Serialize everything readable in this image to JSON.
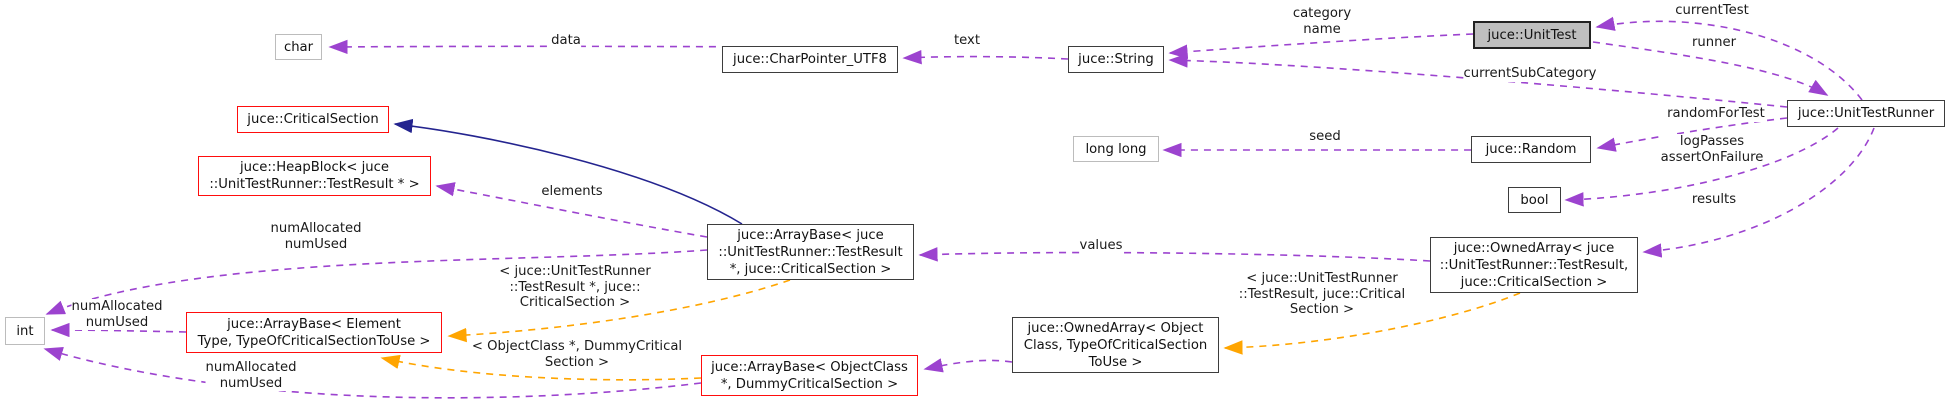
{
  "diagram_type": "doxygen-collaboration-graph",
  "colors": {
    "member_edge": "#9C43CF",
    "template_edge": "#FFA500",
    "inheritance_edge": "#24248F",
    "truncated_border": "#FF0D0D",
    "plain_border": "#BCBCBC",
    "current_node_fill": "#BFBFBF"
  },
  "nodes": {
    "char": {
      "label": "char"
    },
    "charPointerUtf8": {
      "label": "juce::CharPointer_UTF8"
    },
    "string": {
      "label": "juce::String"
    },
    "unitTest": {
      "label": "juce::UnitTest"
    },
    "unitTestRunner": {
      "label": "juce::UnitTestRunner"
    },
    "criticalSection": {
      "label": "juce::CriticalSection"
    },
    "heapBlock": {
      "label": "juce::HeapBlock< juce\n::UnitTestRunner::TestResult * >"
    },
    "longLong": {
      "label": "long long"
    },
    "random": {
      "label": "juce::Random"
    },
    "bool": {
      "label": "bool"
    },
    "arrayBaseTestResult": {
      "label": "juce::ArrayBase< juce\n::UnitTestRunner::TestResult\n*, juce::CriticalSection >"
    },
    "ownedArrayTestResult": {
      "label": "juce::OwnedArray< juce\n::UnitTestRunner::TestResult,\njuce::CriticalSection >"
    },
    "int": {
      "label": "int"
    },
    "arrayBaseElement": {
      "label": "juce::ArrayBase< Element\nType, TypeOfCriticalSectionToUse >"
    },
    "arrayBaseObjectClass": {
      "label": "juce::ArrayBase< ObjectClass\n*, DummyCriticalSection >"
    },
    "ownedArrayObjectClass": {
      "label": "juce::OwnedArray< Object\nClass, TypeOfCriticalSection\nToUse >"
    }
  },
  "edge_labels": {
    "data": "data",
    "text": "text",
    "categoryName": "category\nname",
    "currentTest": "currentTest",
    "runner": "runner",
    "currentSubCategory": "currentSubCategory",
    "randomForTest": "randomForTest",
    "seed": "seed",
    "logPassesAssertOnFailure": "logPasses\nassertOnFailure",
    "results": "results",
    "valuesTop": "values",
    "valuesBottom": "values",
    "elements": "elements",
    "numAllocatedUpper": "numAllocated\nnumUsed",
    "numAllocatedLeft": "numAllocated\nnumUsed",
    "numAllocatedBottom": "numAllocated\nnumUsed",
    "tplTestResultPtr": "< juce::UnitTestRunner\n::TestResult *, juce::\nCriticalSection >",
    "tplObjectClass": "< ObjectClass *, DummyCritical\nSection >",
    "tplTestResult": "< juce::UnitTestRunner\n::TestResult, juce::Critical\nSection >"
  }
}
